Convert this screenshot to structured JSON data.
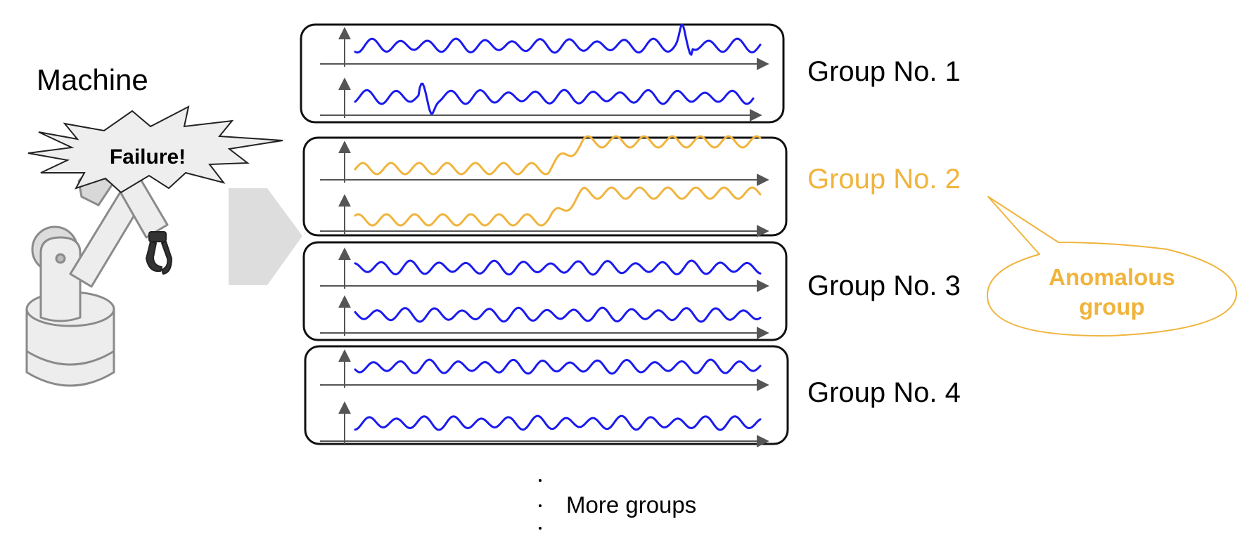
{
  "machine_label": "Machine",
  "failure_text": "Failure!",
  "groups": [
    {
      "label": "Group No. 1",
      "anomalous": false
    },
    {
      "label": "Group No. 2",
      "anomalous": true
    },
    {
      "label": "Group No. 3",
      "anomalous": false
    },
    {
      "label": "Group No. 4",
      "anomalous": false
    }
  ],
  "anomaly_callout": {
    "line1": "Anomalous",
    "line2": "group"
  },
  "more_groups": "More groups",
  "colors": {
    "normal_signal": "#1a1aee",
    "anomalous": "#f0b43c",
    "axis": "#555555",
    "box_border": "#111111",
    "arrow_fill": "#dddddd",
    "robot_fill": "#ededed",
    "robot_stroke": "#8a8a8a"
  },
  "icons": {
    "robot": "robot-arm-icon",
    "burst": "explosion-burst-icon",
    "arrow": "chevron-arrow-icon"
  }
}
